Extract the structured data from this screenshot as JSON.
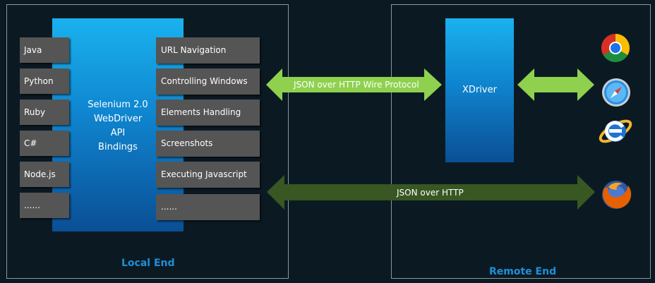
{
  "local_end": {
    "title": "Local End",
    "languages": [
      "Java",
      "Python",
      "Ruby",
      "C#",
      "Node.js",
      "......"
    ],
    "bindings": [
      "Selenium 2.0",
      "WebDriver",
      "API",
      "Bindings"
    ],
    "features": [
      "URL Navigation",
      "Controlling  Windows",
      "Elements Handling",
      "Screenshots",
      "Executing Javascript",
      "......"
    ]
  },
  "remote_end": {
    "title": "Remote End",
    "xdriver_label": "XDriver",
    "browsers": [
      "chrome-icon",
      "safari-icon",
      "internet-explorer-icon",
      "firefox-icon"
    ]
  },
  "connections": {
    "wire_protocol_label": "JSON over HTTP Wire Protocol",
    "http_label": "JSON over HTTP"
  },
  "colors": {
    "background": "#0b1a22",
    "title_blue": "#1f8fd9",
    "item_gray": "#555555",
    "arrow_green_light": "#8fd14f",
    "arrow_green_dark": "#385723"
  }
}
